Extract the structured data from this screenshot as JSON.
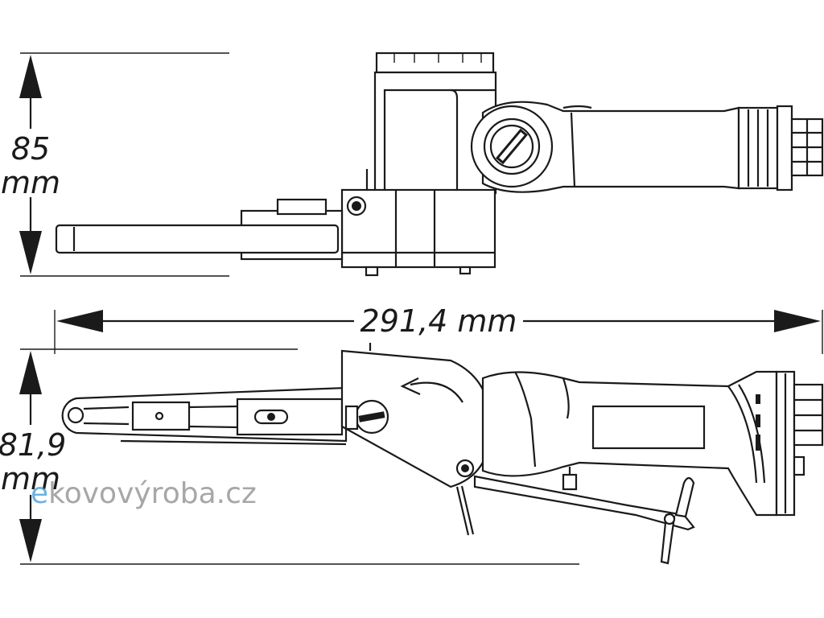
{
  "dimensions": {
    "top_height_value": "85",
    "top_height_unit": "mm",
    "length": "291,4 mm",
    "side_height_value": "81,9",
    "side_height_unit": "mm"
  },
  "watermark": {
    "first_letter": "e",
    "rest": "kovovýroba.cz",
    "accent_color": "#3a9ad9",
    "text_color": "#8a8a8a"
  }
}
